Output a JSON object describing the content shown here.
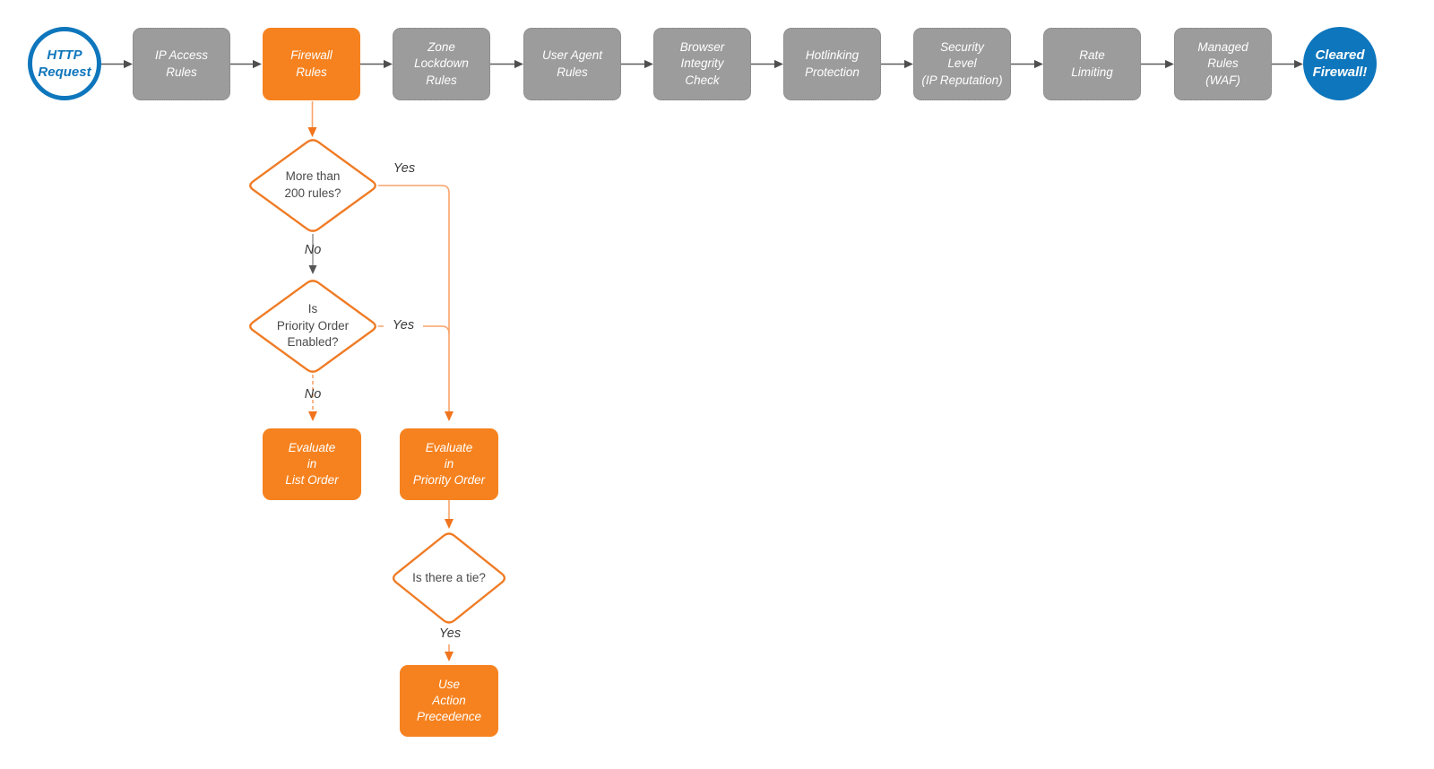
{
  "title": "Cloudflare firewall request evaluation flowchart",
  "colors": {
    "orange_fill": "#F6821F",
    "orange_stroke": "#EF7B24",
    "connector_salmon": "#F9A36B",
    "gray_box": "#9C9C9C",
    "gray_box_border": "#828282",
    "gray_arrow": "#4F4F4F",
    "gray_line": "#5B5B5B",
    "blue": "#0E76BC",
    "diamond_text": "#4A4A4A",
    "edge_label_text": "#3A3A3A",
    "background": "#FFFFFF"
  },
  "flow": {
    "start": {
      "label": "HTTP\nRequest"
    },
    "steps": [
      {
        "label": "IP Access\nRules"
      },
      {
        "label": "Firewall\nRules"
      },
      {
        "label": "Zone\nLockdown\nRules"
      },
      {
        "label": "User Agent\nRules"
      },
      {
        "label": "Browser\nIntegrity\nCheck"
      },
      {
        "label": "Hotlinking\nProtection"
      },
      {
        "label": "Security\nLevel\n(IP Reputation)"
      },
      {
        "label": "Rate\nLimiting"
      },
      {
        "label": "Managed\nRules\n(WAF)"
      }
    ],
    "end": {
      "label": "Cleared\nFirewall!"
    }
  },
  "branch": {
    "decision_rules_count": {
      "question": "More than\n200 rules?",
      "yes_label": "Yes",
      "no_label": "No"
    },
    "decision_priority_enabled": {
      "question": "Is\nPriority Order\nEnabled?",
      "yes_label": "Yes",
      "no_label": "No"
    },
    "decision_tie": {
      "question": "Is there a tie?",
      "yes_label": "Yes"
    },
    "evaluate_list_order": {
      "label": "Evaluate\nin\nList Order"
    },
    "evaluate_priority_order": {
      "label": "Evaluate\nin\nPriority Order"
    },
    "use_action_precedence": {
      "label": "Use\nAction\nPrecedence"
    }
  }
}
